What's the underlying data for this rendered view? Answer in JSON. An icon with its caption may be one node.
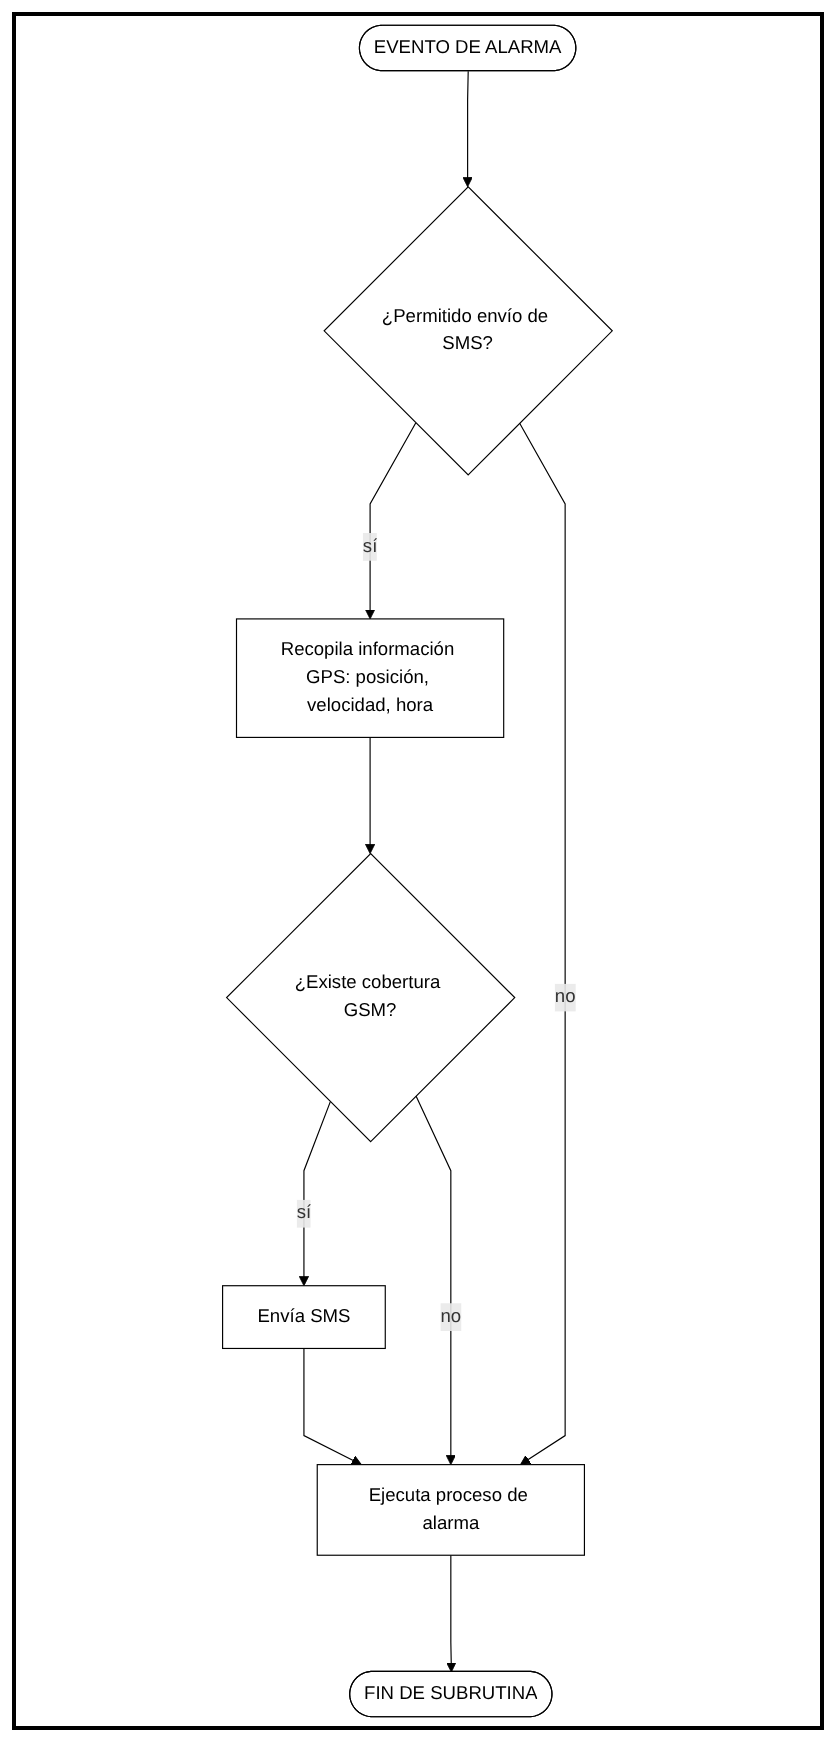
{
  "diagram": {
    "nodes": [
      {
        "text": [
          "EVENTO DE ALARMA"
        ]
      },
      {
        "text": [
          "¿Permitido envío de SMS?"
        ]
      },
      {
        "text": [
          "Recopila información GPS: posición, velocidad, hora"
        ]
      },
      {
        "text": [
          "¿Existe cobertura GSM?"
        ]
      },
      {
        "text": [
          "Envía SMS"
        ]
      },
      {
        "text": [
          "Ejecuta proceso de alarma"
        ]
      },
      {
        "text": [
          "FIN DE SUBRUTINA"
        ]
      }
    ],
    "edges": [
      {
        "from": 0,
        "to": 1,
        "arrow": "to"
      },
      {
        "from": 1,
        "to": 2,
        "arrow": "to",
        "label": "sí"
      },
      {
        "from": 2,
        "to": 3,
        "arrow": "to"
      },
      {
        "from": 3,
        "to": 4,
        "arrow": "to",
        "label": "sí"
      },
      {
        "from": 4,
        "to": 5,
        "arrow": "to"
      },
      {
        "from": 1,
        "to": 5,
        "arrow": "to",
        "label": "no"
      },
      {
        "from": 3,
        "to": 5,
        "arrow": "to",
        "label": "no"
      },
      {
        "from": 5,
        "to": 6,
        "arrow": "to"
      }
    ]
  }
}
